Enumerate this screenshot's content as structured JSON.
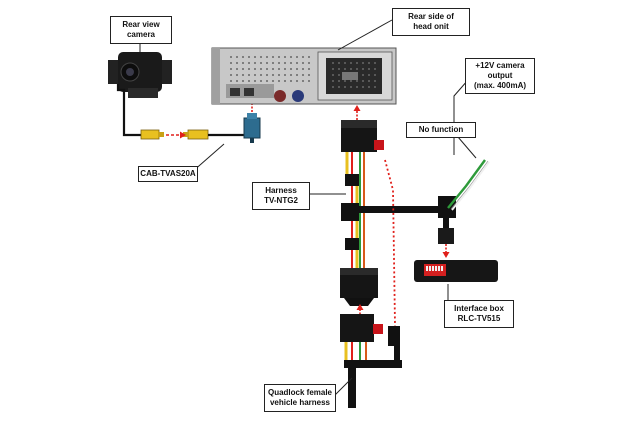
{
  "labels": {
    "rear_camera": {
      "line1": "Rear view",
      "line2": "camera"
    },
    "head_unit": {
      "line1": "Rear side of",
      "line2": "head onit"
    },
    "camera_output": {
      "line1": "+12V camera",
      "line2": "output",
      "line3": "(max. 400mA)"
    },
    "no_function": "No function",
    "cab_cable": "CAB-TVAS20A",
    "harness": {
      "line1": "Harness",
      "line2": "TV-NTG2"
    },
    "interface_box": {
      "line1": "Interface box",
      "line2": "RLC-TV515"
    },
    "quadlock": {
      "line1": "Quadlock female",
      "line2": "vehicle harness"
    }
  },
  "colors": {
    "cable": "#111111",
    "signal_arrow": "#e0201b",
    "rca_yellow": "#e8c020",
    "fakra_blue": "#2d6c8f",
    "wire_green": "#2e9a3a",
    "connector_red": "#c8141a"
  }
}
